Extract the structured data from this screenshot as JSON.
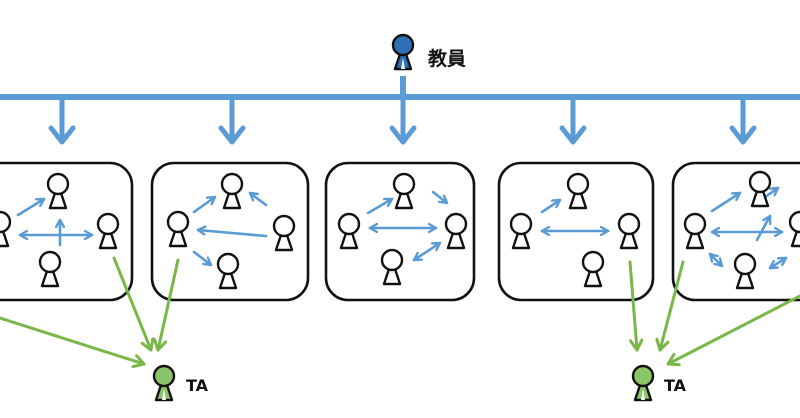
{
  "teacher": {
    "label": "教員",
    "color": "#2f6fb5"
  },
  "teaching_assistants": [
    {
      "label": "TA",
      "color": "#8cc46a"
    },
    {
      "label": "TA",
      "color": "#8cc46a"
    }
  ],
  "colors": {
    "distribution_arrow": "#5b9bd5",
    "interaction_arrow": "#5b9bd5",
    "report_arrow": "#7ab648",
    "outline": "#111111",
    "group_box": "#111111"
  },
  "groups": [
    {
      "id": "group-1",
      "members": 4
    },
    {
      "id": "group-2",
      "members": 4
    },
    {
      "id": "group-3",
      "members": 4
    },
    {
      "id": "group-4",
      "members": 4
    },
    {
      "id": "group-5",
      "members": 4
    }
  ],
  "icons": [
    "person-icon",
    "arrow-icon"
  ]
}
